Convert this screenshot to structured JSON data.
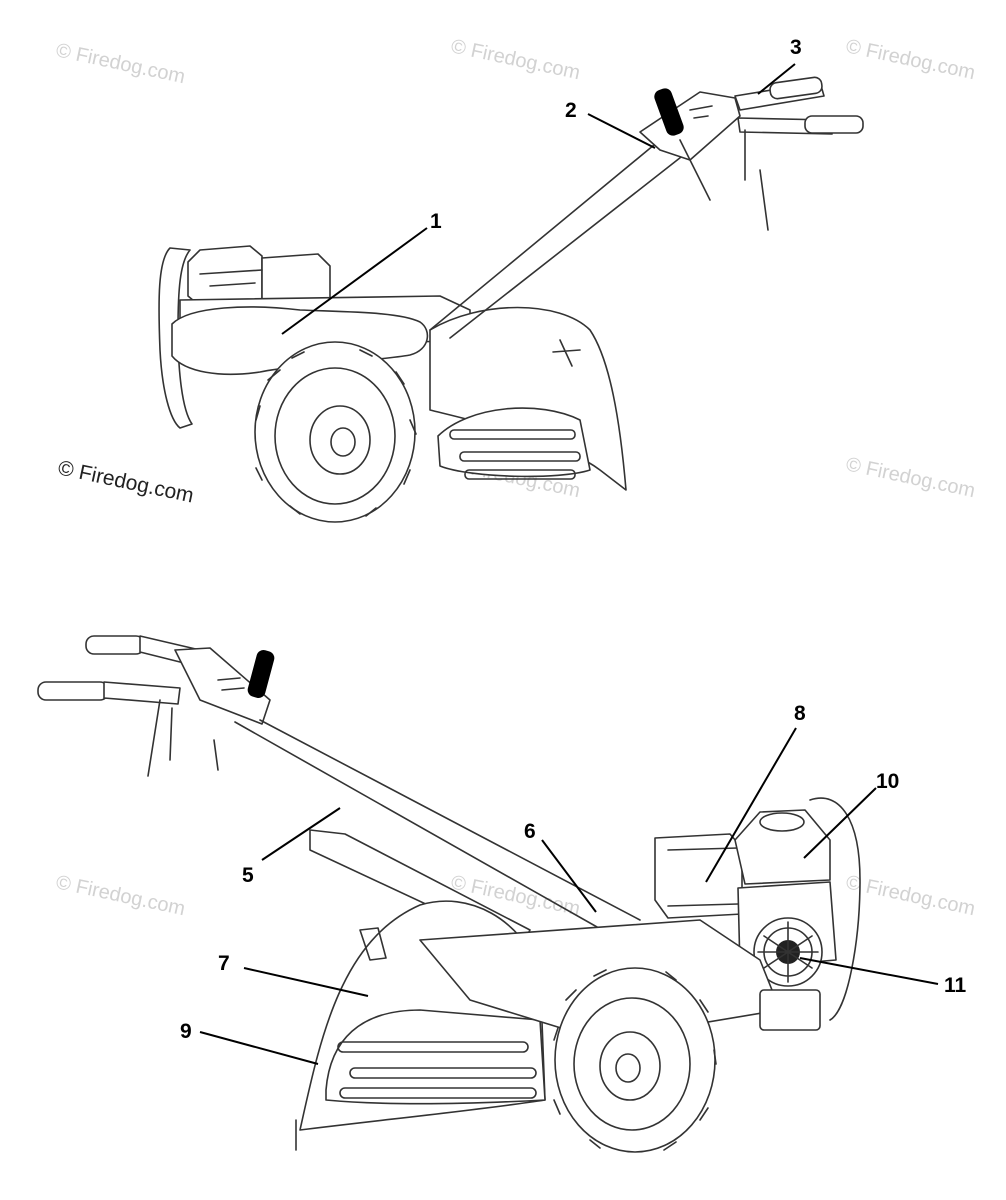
{
  "watermark": {
    "text": "© Firedog.com",
    "colors": {
      "light": "#d2d2d2",
      "dark": "#222222"
    }
  },
  "callouts": [
    {
      "id": "1",
      "label": "1"
    },
    {
      "id": "2",
      "label": "2"
    },
    {
      "id": "3",
      "label": "3"
    },
    {
      "id": "5",
      "label": "5"
    },
    {
      "id": "6",
      "label": "6"
    },
    {
      "id": "7",
      "label": "7"
    },
    {
      "id": "8",
      "label": "8"
    },
    {
      "id": "9",
      "label": "9"
    },
    {
      "id": "10",
      "label": "10"
    },
    {
      "id": "11",
      "label": "11"
    }
  ],
  "colors": {
    "line": "#333333",
    "grip": "#000000",
    "background": "#ffffff"
  }
}
